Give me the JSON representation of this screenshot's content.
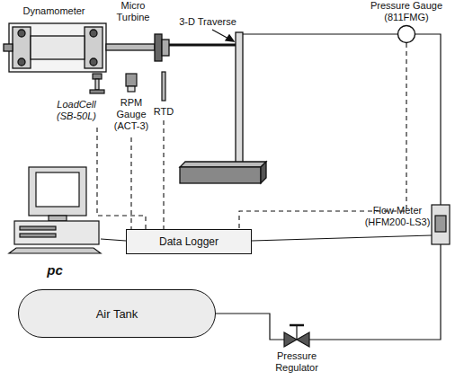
{
  "diagram": {
    "nodes": [
      {
        "text": [
          "Data Logger"
        ]
      },
      {
        "text": [
          "Air Tank"
        ]
      },
      {
        "text": [
          "Pressure Gauge (811FMG)"
        ]
      }
    ],
    "edges": [
      {
        "from": 2,
        "to": 0,
        "arrow": "none"
      }
    ],
    "labels": [
      "Dynamometer",
      "Micro Turbine",
      "3-D Traverse",
      "LoadCell (SB-50L)",
      "RPM Gauge (ACT-3)",
      "RTD",
      "pc",
      "Flow Meter (HFM200-LS3)",
      "Pressure Regulator"
    ]
  }
}
